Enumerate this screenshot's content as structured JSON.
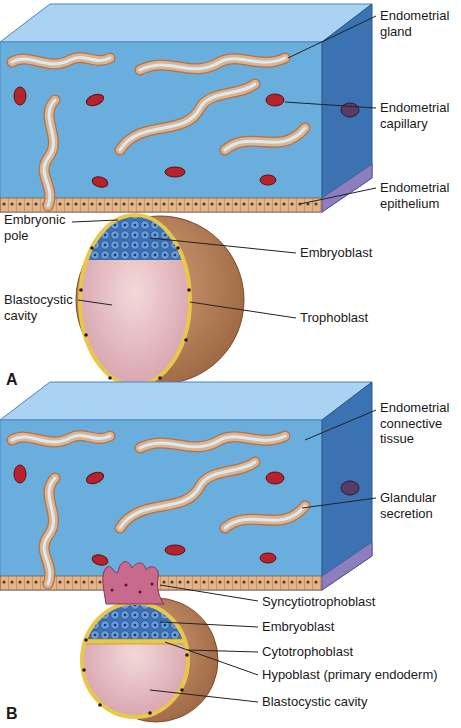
{
  "diagram": {
    "labels": [
      "Endometrial gland",
      "Endometrial capillary",
      "Endometrial epithelium",
      "Embryonic pole",
      "Embryoblast",
      "Blastocystic cavity",
      "Trophoblast",
      "A",
      "Endometrial connective tissue",
      "Glandular secretion",
      "Syncytiotrophoblast",
      "Embryoblast",
      "Cytotrophoblast",
      "Hypoblast (primary endoderm)",
      "Blastocystic cavity",
      "B"
    ]
  }
}
